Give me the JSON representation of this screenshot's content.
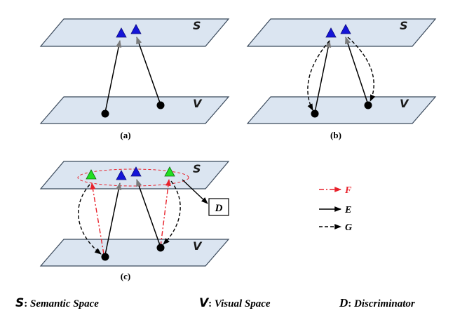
{
  "panels": [
    {
      "label": "(a)",
      "top_plane_label": "S",
      "bottom_plane_label": "V"
    },
    {
      "label": "(b)",
      "top_plane_label": "S",
      "bottom_plane_label": "V"
    },
    {
      "label": "(c)",
      "top_plane_label": "S",
      "bottom_plane_label": "V"
    }
  ],
  "discriminator_box_label": "D",
  "arrow_legend": [
    {
      "letter": "F",
      "style": "red dash-dot arrow",
      "color": "#e8212b"
    },
    {
      "letter": "E",
      "style": "solid black arrow",
      "color": "#000000"
    },
    {
      "letter": "G",
      "style": "dashed black arrow",
      "color": "#000000"
    }
  ],
  "space_legend": [
    {
      "symbol": "S",
      "separator": ": ",
      "text": "Semantic Space"
    },
    {
      "symbol": "V",
      "separator": ": ",
      "text": "Visual Space"
    },
    {
      "symbol": "D",
      "separator": ": ",
      "text": "Discriminator"
    }
  ],
  "colors": {
    "plane_fill": "#dbe5f1",
    "seen_class_triangle": "#1414d8",
    "unseen_class_triangle": "#22e022",
    "visual_point": "#000000",
    "red_arrow": "#e8212b"
  }
}
